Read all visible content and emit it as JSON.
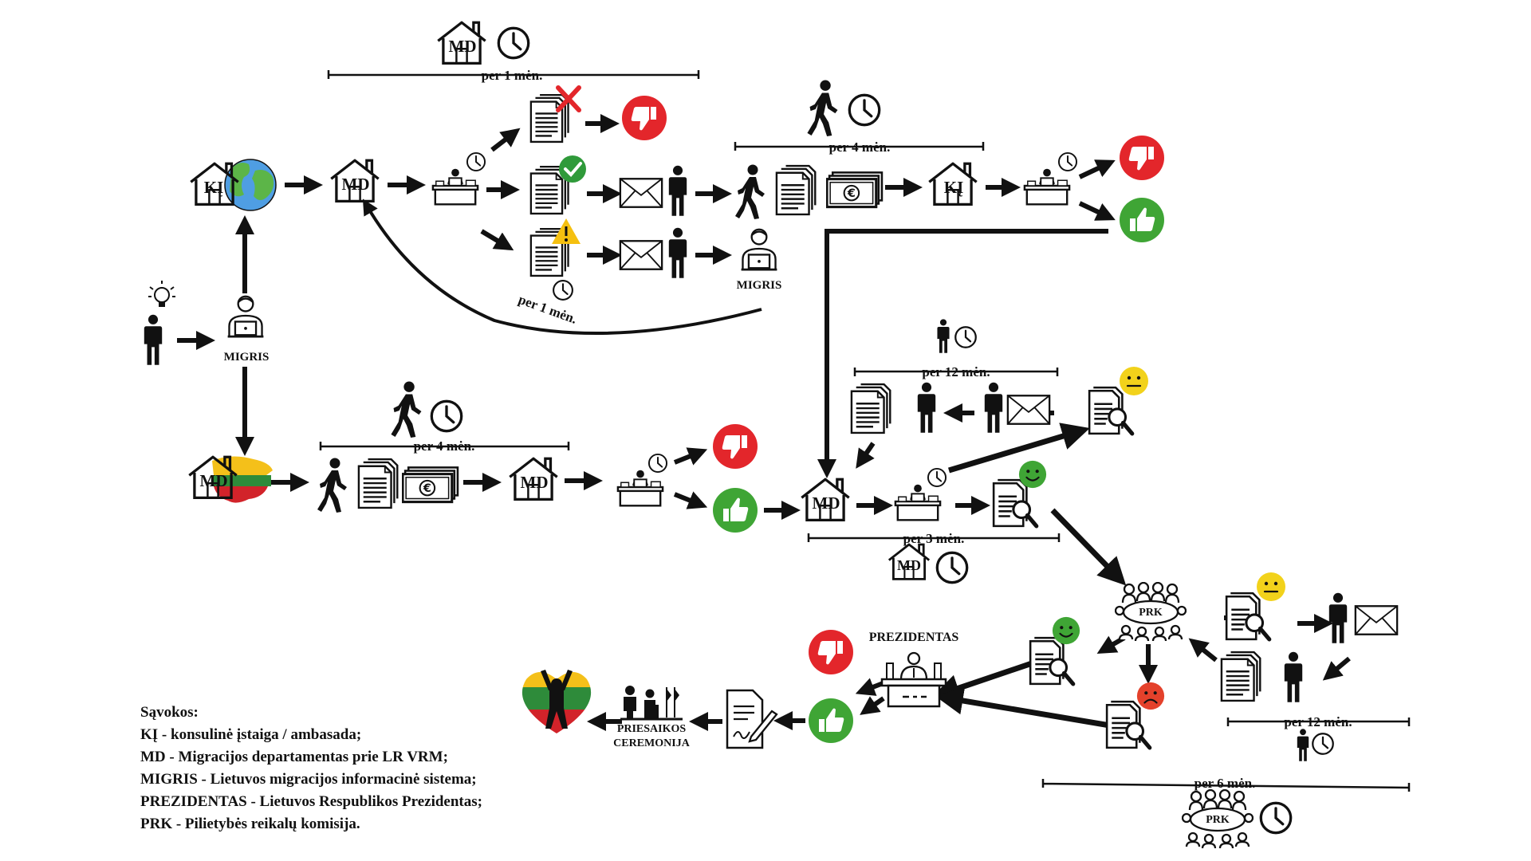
{
  "abbr": {
    "ki": "KĮ",
    "md": "MD",
    "migris": "MIGRIS",
    "prk": "PRK"
  },
  "durations": {
    "top_md": "per 1 mėn.",
    "top_kl": "per 4 mėn.",
    "loop_back": "per 1 mėn.",
    "bottom_md": "per 4 mėn.",
    "resubmit": "per 12 mėn.",
    "md_review": "per 3 mėn.",
    "prk_resubmit": "per 12 mėn.",
    "prk_review": "per 6 mėn."
  },
  "prezidentas": "PREZIDENTAS",
  "ceremony": {
    "line1": "PRIESAIKOS",
    "line2": "CEREMONIJA"
  },
  "legend": {
    "title": "Sąvokos:",
    "items": [
      "KĮ - konsulinė įstaiga / ambasada;",
      "MD - Migracijos departamentas prie LR VRM;",
      "MIGRIS - Lietuvos migracijos informacinė sistema;",
      "PREZIDENTAS - Lietuvos Respublikos Prezidentas;",
      "PRK - Pilietybės reikalų komisija."
    ]
  },
  "colors": {
    "reject": "#e3262b",
    "approve": "#3fa535",
    "neutral": "#f2d21b",
    "sad": "#e4412b",
    "check": "#2f9a3a",
    "warn": "#f5c010",
    "earth_water": "#4f9ee3",
    "earth_land": "#5cb548",
    "lt_yellow": "#f4c01a",
    "lt_green": "#2e8b3a",
    "lt_red": "#d2232a"
  },
  "icons": [
    "house-icon",
    "clock-icon",
    "person-icon",
    "walking-person-icon",
    "document-stack-icon",
    "euro-banknote-icon",
    "envelope-icon",
    "office-desk-icon",
    "thumbs-up-icon",
    "thumbs-down-icon",
    "magnifier-document-icon",
    "committee-icon",
    "lightbulb-icon",
    "globe-icon",
    "lithuania-map-icon",
    "signed-contract-icon",
    "heart-flag-icon"
  ]
}
